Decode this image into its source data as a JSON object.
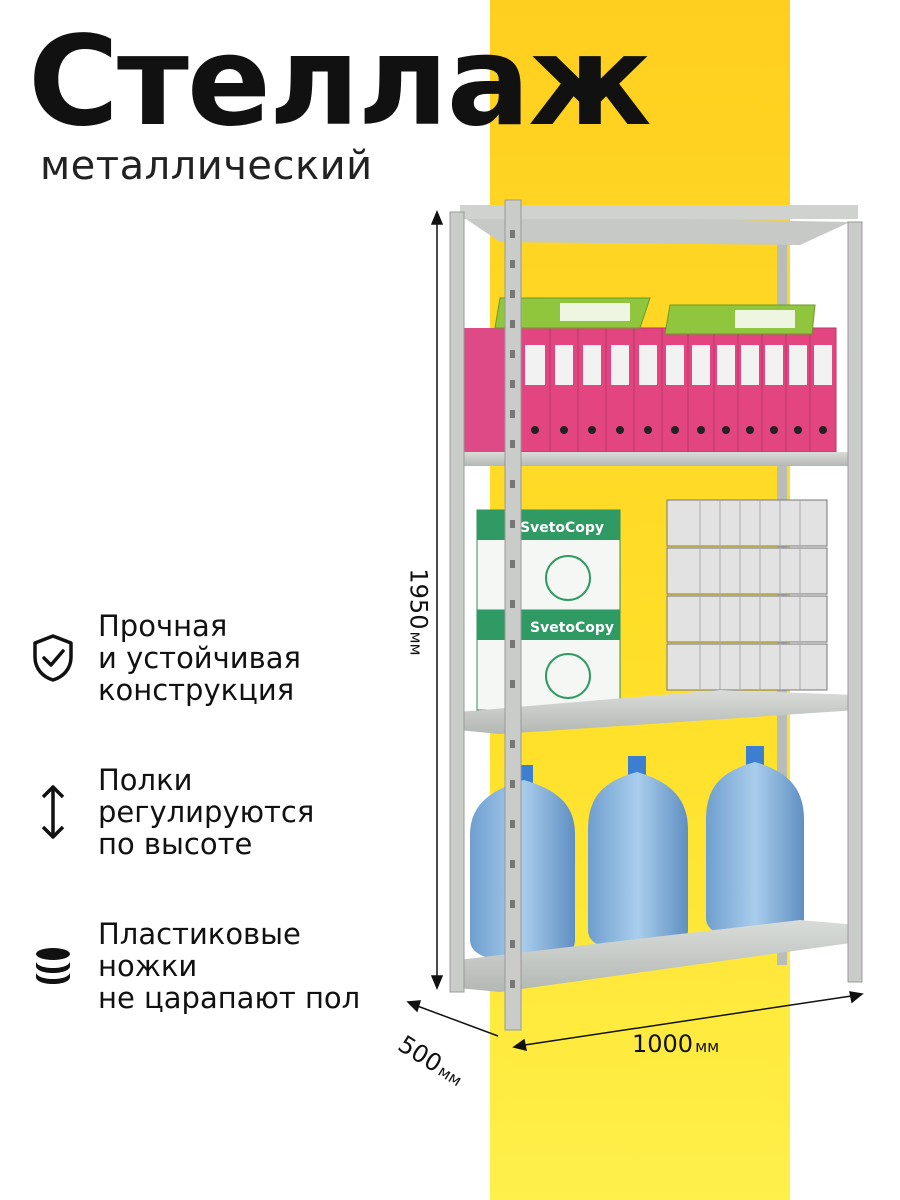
{
  "header": {
    "title": "Стеллаж",
    "subtitle": "металлический"
  },
  "features": [
    {
      "icon": "shield-check-icon",
      "lines": [
        "Прочная",
        "и устойчивая",
        "конструкция"
      ]
    },
    {
      "icon": "vertical-arrows-icon",
      "lines": [
        "Полки",
        "регулируются",
        "по высоте"
      ]
    },
    {
      "icon": "stack-discs-icon",
      "lines": [
        "Пластиковые",
        "ножки",
        "не царапают пол"
      ]
    }
  ],
  "dimensions": {
    "height": {
      "value": "1950",
      "unit": "мм"
    },
    "depth": {
      "value": "500",
      "unit": "мм"
    },
    "width": {
      "value": "1000",
      "unit": "мм"
    }
  },
  "product_labels": {
    "paper_brand": "SvetoCopy"
  },
  "colors": {
    "accent_yellow": "#ffd21f",
    "binder_pink": "#e2457f",
    "binder_green": "#8fc63d",
    "rack_grey": "#c9ccc9"
  }
}
